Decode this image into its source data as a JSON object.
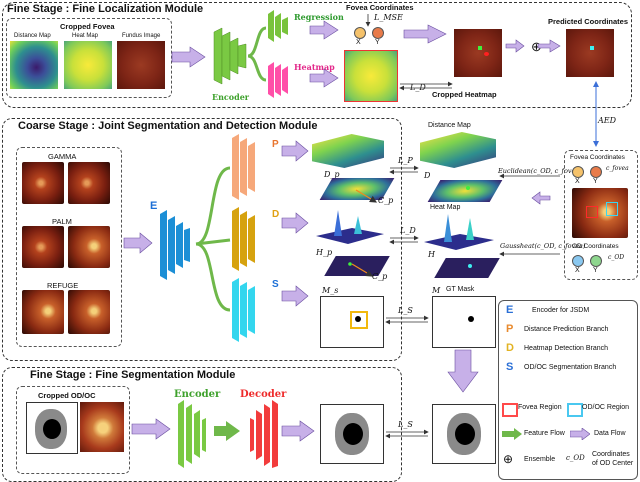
{
  "panels": {
    "fine_localization": "Fine Stage : Fine Localization Module",
    "coarse": "Coarse Stage : Joint Segmentation and Detection Module",
    "fine_segmentation": "Fine Stage : Fine Segmentation Module"
  },
  "fine_loc": {
    "cropped_fovea": "Cropped Fovea",
    "distance_map": "Distance Map",
    "heat_map": "Heat Map",
    "fundus_image": "Fundus Image",
    "encoder": "Encoder",
    "regression": "Regression",
    "heatmap": "Heatmap",
    "fovea_coordinates": "Fovea Coordinates",
    "lmse": "L_MSE",
    "x": "X",
    "y": "Y",
    "ld": "L_D",
    "cropped_heatmap": "Cropped Heatmap",
    "predicted_coordinates": "Predicted Coordinates",
    "ensemble_symbol": "⊕",
    "aed": "AED"
  },
  "coarse": {
    "datasets": [
      "GAMMA",
      "PALM",
      "REFUGE"
    ],
    "e": "E",
    "p": "P",
    "d": "D",
    "s": "S",
    "lp": "L_P",
    "ld": "L_D",
    "ls": "L_S",
    "dp": "D_p",
    "cp1": "C_p",
    "hp": "H_p",
    "cp2": "C_p",
    "distance_map": "Distance Map",
    "heat_map": "Heat Map",
    "h": "H",
    "ms": "M_s",
    "m": "M",
    "gt_mask": "GT Mask",
    "euclidean": "Euclidean(c_OD, c_fovea)",
    "gaussheat": "Gaussheat(c_OD, c_fovea)",
    "fovea_coordinates": "Fovea Coordinates",
    "x": "X",
    "y": "Y",
    "c_fovea": "c_fovea",
    "od_coordinates": "OD Coordinates",
    "c_od": "c_OD"
  },
  "fine_seg": {
    "cropped_odoc": "Cropped OD/OC",
    "encoder": "Encoder",
    "decoder": "Decoder",
    "ls": "L_S"
  },
  "legend": [
    {
      "symbol": "E",
      "text": "Encoder for JSDM"
    },
    {
      "symbol": "P",
      "text": "Distance Prediction Branch"
    },
    {
      "symbol": "D",
      "text": "Heatmap Detection Branch"
    },
    {
      "symbol": "S",
      "text": "OD/OC Segmentation Branch"
    },
    {
      "symbol": "",
      "text": "Fovea Region"
    },
    {
      "symbol": "",
      "text": "OD/OC Region"
    },
    {
      "symbol": "",
      "text": "Feature Flow"
    },
    {
      "symbol": "",
      "text": "Data Flow"
    },
    {
      "symbol": "⊕",
      "text": "Ensemble"
    },
    {
      "symbol": "c_OD",
      "text": "Coordinates of OD Center"
    }
  ],
  "colors": {
    "encoder_green": "#7ac943",
    "regression_green": "#79c33b",
    "heatmap_pink": "#ff4fa8",
    "encoder_blue": "#1c8fd6",
    "p_orange": "#f6a87a",
    "d_gold": "#d6a20f",
    "s_cyan": "#33d6ee",
    "decoder_red": "#f23c3c",
    "flow_arrow": "#b7a6d8",
    "legend_e": "#2a6fd6",
    "legend_p": "#e88a2e",
    "legend_d": "#e2b323",
    "legend_s": "#2a6fd6"
  }
}
